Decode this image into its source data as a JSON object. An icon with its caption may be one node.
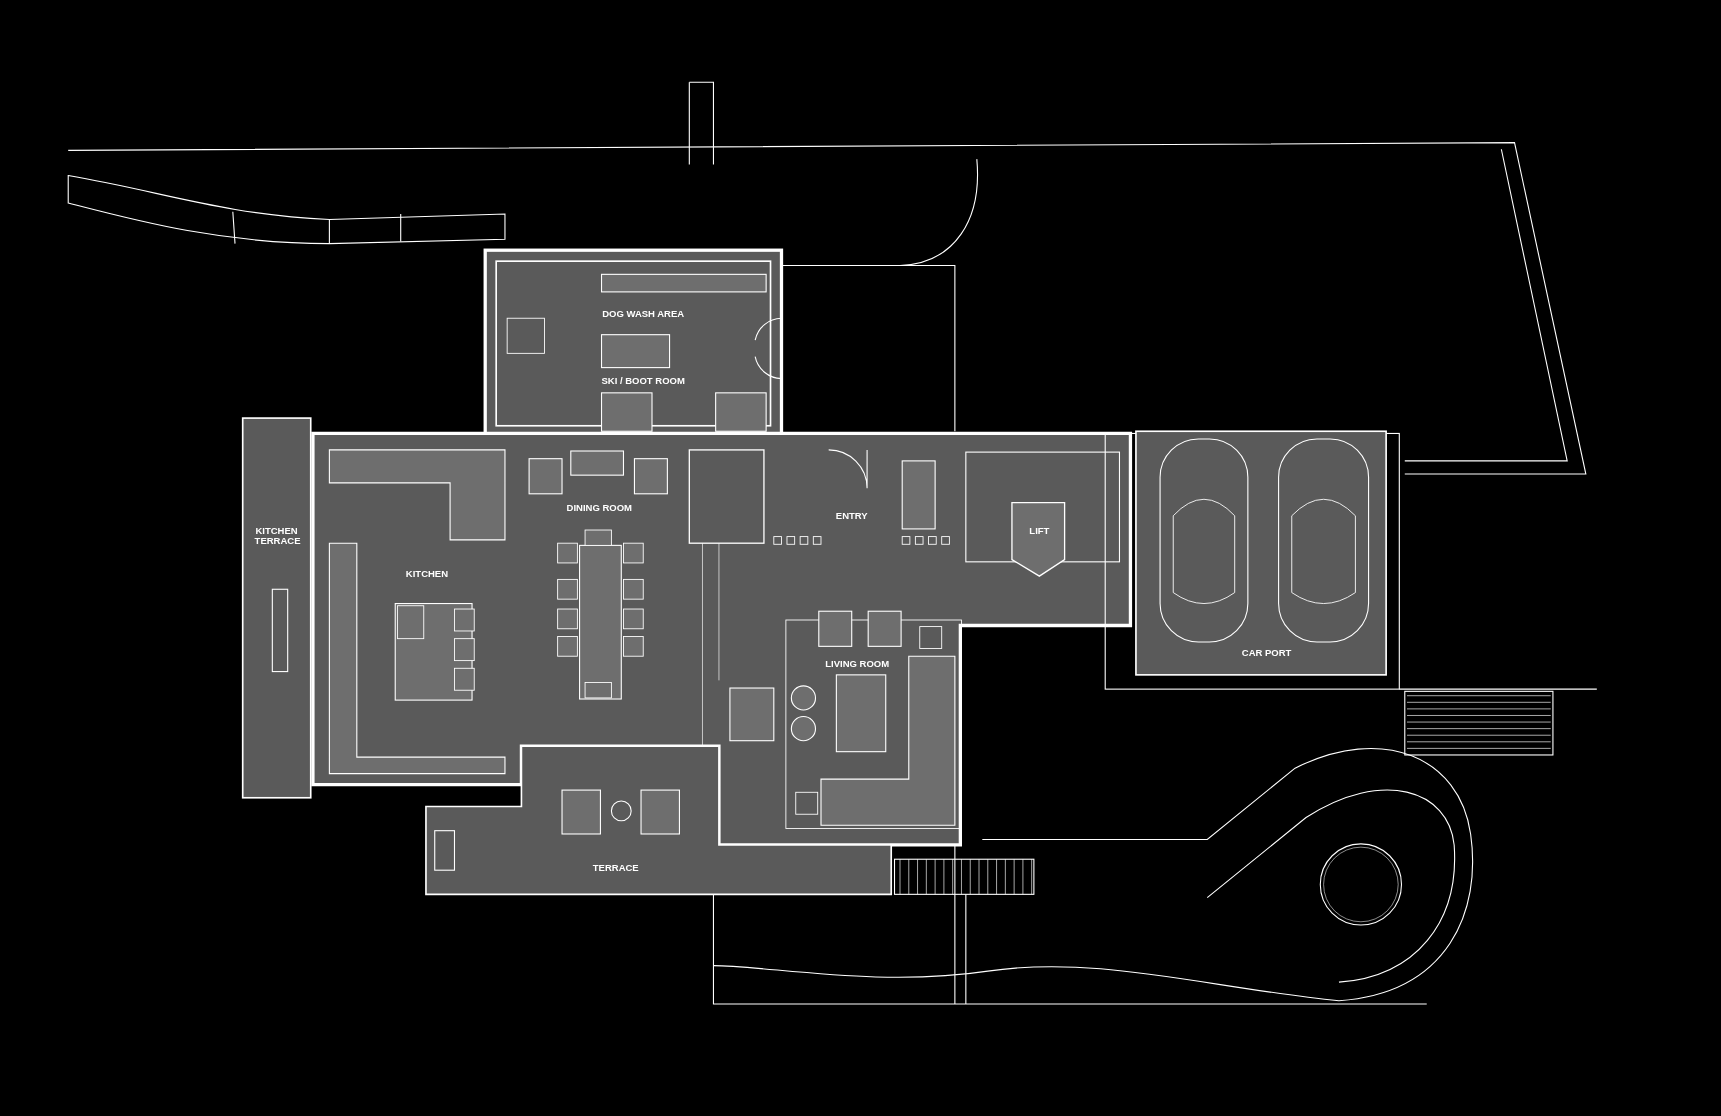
{
  "diagram": {
    "labels": [
      "DOG WASH AREA",
      "SKI / BOOT ROOM",
      "DINING ROOM",
      "ENTRY",
      "LIFT",
      "KITCHEN TERRACE",
      "KITCHEN",
      "LIVING ROOM",
      "CAR PORT",
      "TERRACE"
    ]
  }
}
